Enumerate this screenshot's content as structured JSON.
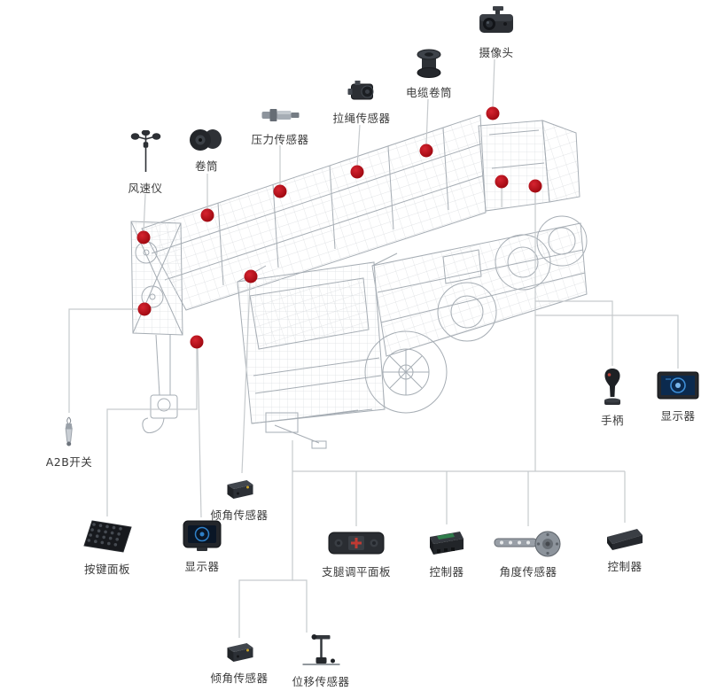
{
  "diagram": {
    "type": "annotated-schematic",
    "subject_depicted": "mobile-crane-wireframe",
    "colors": {
      "background": "#ffffff",
      "marker": "#b50d12",
      "connector_line": "#c6cacd",
      "wireframe_line": "#a6adb4",
      "label_text": "#3a3a3a"
    }
  },
  "components": [
    {
      "name": "camera",
      "label": "摄像头",
      "icon": "camera-icon"
    },
    {
      "name": "cable-reel",
      "label": "电缆卷筒",
      "icon": "cable-reel-icon"
    },
    {
      "name": "rope-sensor",
      "label": "拉绳传感器",
      "icon": "rope-sensor-icon"
    },
    {
      "name": "pressure-sensor",
      "label": "压力传感器",
      "icon": "pressure-sensor-icon"
    },
    {
      "name": "drum",
      "label": "卷筒",
      "icon": "drum-icon"
    },
    {
      "name": "anemometer",
      "label": "风速仪",
      "icon": "anemometer-icon"
    },
    {
      "name": "a2b-switch",
      "label": "A2B开关",
      "icon": "a2b-switch-icon"
    },
    {
      "name": "keypad-panel",
      "label": "按键面板",
      "icon": "keypad-icon"
    },
    {
      "name": "display",
      "label": "显示器",
      "icon": "display-icon"
    },
    {
      "name": "tilt-sensor",
      "label": "倾角传感器",
      "icon": "tilt-sensor-icon"
    },
    {
      "name": "outrigger-leveling-panel",
      "label": "支腿调平面板",
      "icon": "leveling-panel-icon"
    },
    {
      "name": "controller",
      "label": "控制器",
      "icon": "controller-icon"
    },
    {
      "name": "angle-sensor",
      "label": "角度传感器",
      "icon": "angle-sensor-icon"
    },
    {
      "name": "controller-2",
      "label": "控制器",
      "icon": "controller-icon"
    },
    {
      "name": "joystick",
      "label": "手柄",
      "icon": "joystick-icon"
    },
    {
      "name": "display-2",
      "label": "显示器",
      "icon": "display-icon"
    },
    {
      "name": "tilt-sensor-2",
      "label": "倾角传感器",
      "icon": "tilt-sensor-icon"
    },
    {
      "name": "displacement-sensor",
      "label": "位移传感器",
      "icon": "displacement-sensor-icon"
    }
  ]
}
